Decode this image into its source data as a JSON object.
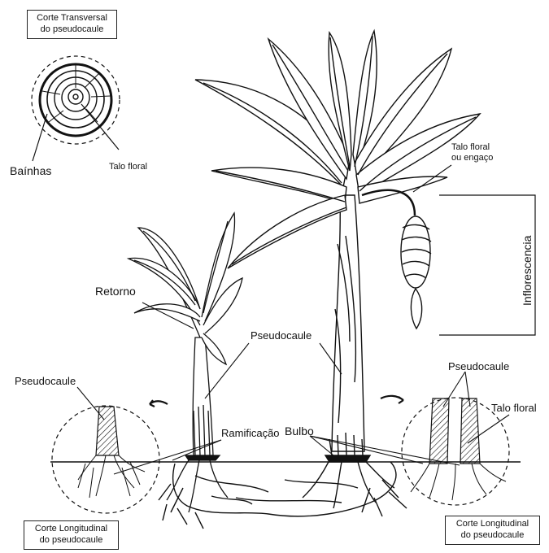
{
  "labels": {
    "corte_transversal": [
      "Corte Transversal",
      "do pseudocaule"
    ],
    "bainhas": "Baínhas",
    "talo_floral": "Talo floral",
    "talo_floral_engaco": [
      "Talo floral",
      "ou engaço"
    ],
    "inflorescencia": "Inflorescencia",
    "retorno": "Retorno",
    "pseudocaule_center": "Pseudocaule",
    "pseudocaule_left": "Pseudocaule",
    "pseudocaule_right": "Pseudocaule",
    "talo_floral_right": "Talo floral",
    "bulbo": "Bulbo",
    "ramificacao": "Ramificação",
    "corte_longitudinal_left": [
      "Corte Longitudinal",
      "do pseudocaule"
    ],
    "corte_longitudinal_right": [
      "Corte Longitudinal",
      "do pseudocaule"
    ]
  },
  "colors": {
    "ink": "#111111",
    "background": "#ffffff"
  }
}
